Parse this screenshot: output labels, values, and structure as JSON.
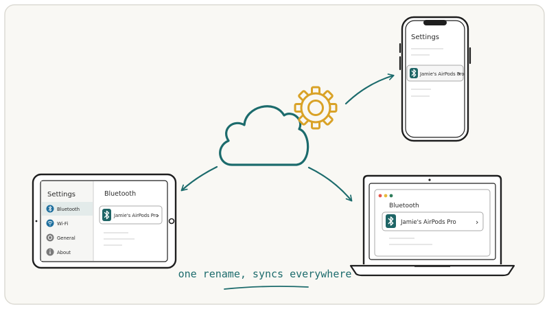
{
  "colors": {
    "background": "#f9f8f4",
    "ink": "#2a2a2a",
    "accent": "#1c6b6c",
    "gear": "#d9a227",
    "row_selected": "#e3ebea",
    "bt_bg": "#1e6566",
    "faint_line": "#d6d6d6",
    "mac_red": "#e5574d",
    "mac_yellow": "#e8b83a",
    "mac_green": "#2e7d5b"
  },
  "icons": {
    "cloud": "cloud-icon",
    "gear": "gear-icon",
    "bluetooth": "bluetooth-icon",
    "wifi": "wifi-icon",
    "general": "gear-small-icon",
    "about": "info-icon",
    "chevron": "chevron-right-icon"
  },
  "phone": {
    "title": "Settings",
    "device_name": "Jamie's AirPods Pro",
    "chevron": "›"
  },
  "tablet": {
    "sidebar_title": "Settings",
    "sidebar_items": [
      {
        "label": "Bluetooth",
        "icon": "bluetooth-icon",
        "selected": true
      },
      {
        "label": "Wi-Fi",
        "icon": "wifi-icon",
        "selected": false
      },
      {
        "label": "General",
        "icon": "gear-small-icon",
        "selected": false
      },
      {
        "label": "About",
        "icon": "info-icon",
        "selected": false
      }
    ],
    "pane_title": "Bluetooth",
    "device_name": "Jamie's AirPods Pro",
    "chevron": "›"
  },
  "laptop": {
    "pane_title": "Bluetooth",
    "device_name": "Jamie's AirPods Pro",
    "chevron": "›"
  },
  "caption": "one rename, syncs everywhere"
}
